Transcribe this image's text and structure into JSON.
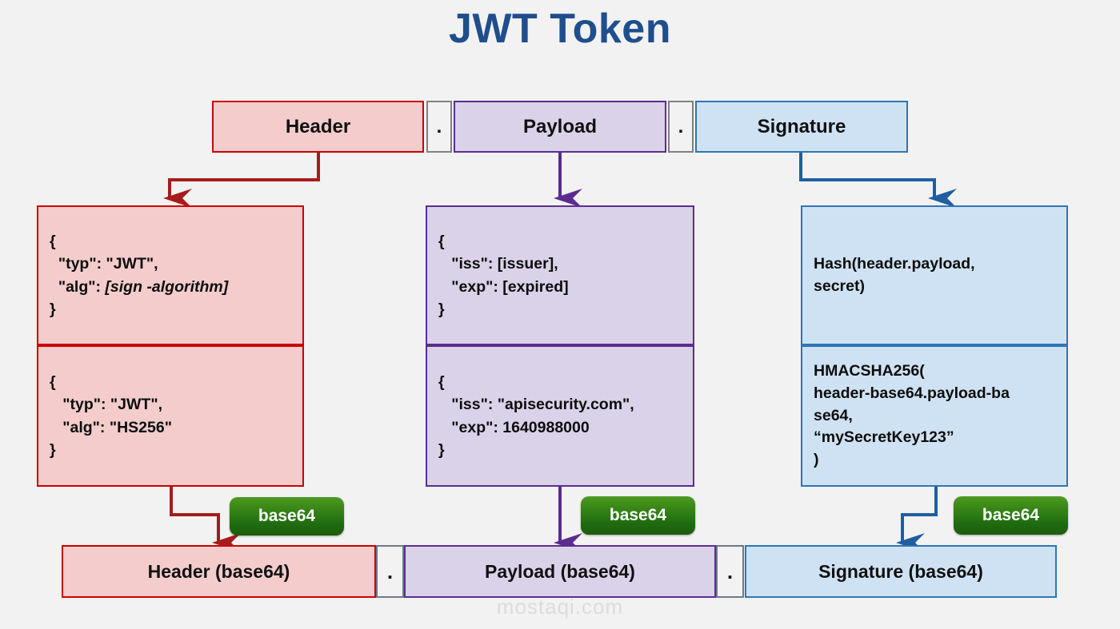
{
  "page": {
    "title": "JWT Token",
    "title_color": "#1F4E8C",
    "background": "#f2f2f2",
    "watermark": "mostaqi.com"
  },
  "colors": {
    "header_fill": "#F4CCCC",
    "header_border": "#CC0000",
    "payload_fill": "#D9D2E9",
    "payload_border": "#5B2D90",
    "signature_fill": "#CFE2F3",
    "signature_border": "#2E75B6",
    "badge_green": "#2E7D14",
    "separator_border": "#808080"
  },
  "top_row": {
    "header_label": "Header",
    "payload_label": "Payload",
    "signature_label": "Signature",
    "separator_1": ".",
    "separator_2": "."
  },
  "detail_row_1": {
    "header_code_line1": "{",
    "header_code_line2": "  \"typ\": \"JWT\",",
    "header_code_line3_key": "  \"alg\": ",
    "header_code_line3_value": "[sign -algorithm]",
    "header_code_line4": "}",
    "payload_code": "{\n   \"iss\": [issuer],\n   \"exp\": [expired]\n}",
    "signature_text": "Hash(header.payload,\nsecret)"
  },
  "detail_row_2": {
    "header_code": "{\n   \"typ\": \"JWT\",\n   \"alg\": \"HS256\"\n}",
    "payload_code": "{\n   \"iss\": \"apisecurity.com\",\n   \"exp\": 1640988000\n}",
    "signature_text": "HMACSHA256(\nheader-base64.payload-ba\nse64,\n“mySecretKey123”\n)"
  },
  "badges": {
    "header_base64": "base64",
    "payload_base64": "base64",
    "signature_base64": "base64"
  },
  "bottom_row": {
    "header_label": "Header (base64)",
    "payload_label": "Payload (base64)",
    "signature_label": "Signature (base64)",
    "separator_1": ".",
    "separator_2": "."
  }
}
